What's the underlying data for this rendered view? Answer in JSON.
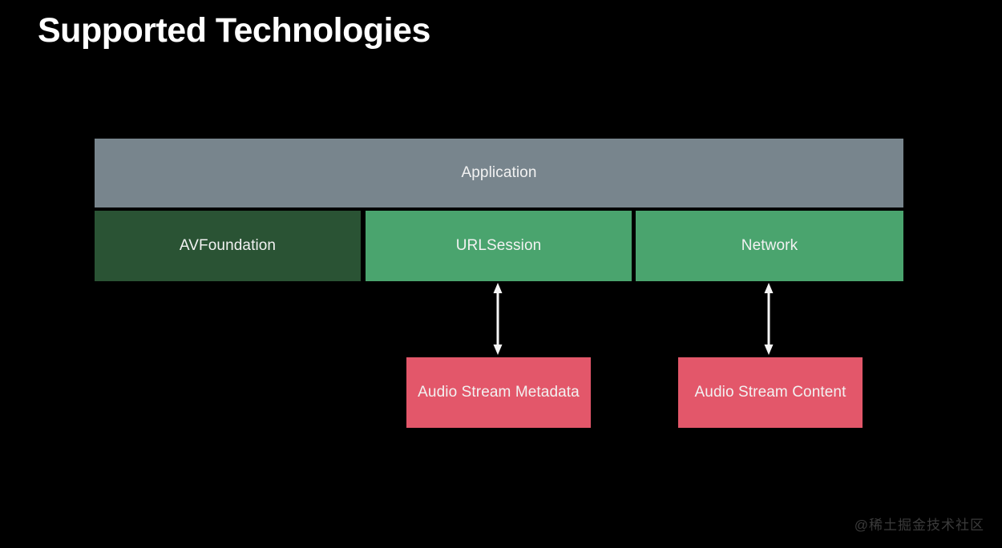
{
  "slide": {
    "title": "Supported Technologies",
    "background_color": "#000000",
    "watermark": "@稀土掘金技术社区"
  },
  "diagram": {
    "layers": [
      {
        "name": "application-layer",
        "boxes": [
          {
            "label": "Application",
            "color": "#78858d"
          }
        ]
      },
      {
        "name": "framework-layer",
        "boxes": [
          {
            "label": "AVFoundation",
            "color": "#2a5334"
          },
          {
            "label": "URLSession",
            "color": "#4aa46e"
          },
          {
            "label": "Network",
            "color": "#4aa46e"
          }
        ]
      },
      {
        "name": "stream-layer",
        "boxes": [
          {
            "label": "Audio Stream Metadata",
            "color": "#e3576a"
          },
          {
            "label": "Audio Stream Content",
            "color": "#e3576a"
          }
        ]
      }
    ],
    "connectors": [
      {
        "name": "urlsession-to-metadata",
        "type": "double-arrow-vertical",
        "color": "#ffffff"
      },
      {
        "name": "network-to-content",
        "type": "double-arrow-vertical",
        "color": "#ffffff"
      }
    ]
  }
}
